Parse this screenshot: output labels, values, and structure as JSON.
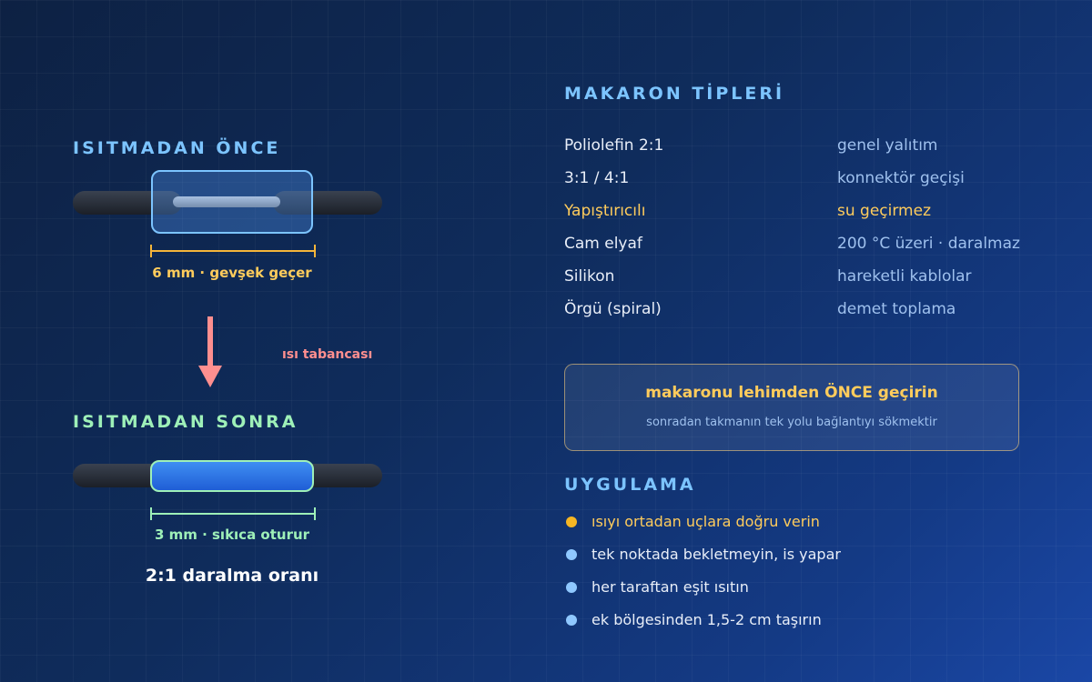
{
  "colors": {
    "before_heading": "#7cc4ff",
    "after_heading": "#9ef0b8",
    "dimension_before": "#f5b53a",
    "dimension_after": "#9ef0b8",
    "arrow": "#ff8f8f",
    "highlight": "#ffcc5c",
    "note_text": "#9fc1ee",
    "bullet_default": "#8fc8ff",
    "bullet_highlight": "#f6b623"
  },
  "diagram": {
    "before_title": "ISITMADAN ÖNCE",
    "before_caption": "6 mm · gevşek geçer",
    "heat_label": "ısı tabancası",
    "after_title": "ISITMADAN SONRA",
    "after_caption": "3 mm · sıkıca oturur",
    "ratio_label": "2:1 daralma oranı"
  },
  "types": {
    "title": "MAKARON TİPLERİ",
    "rows": [
      {
        "name": "Poliolefin 2:1",
        "use": "genel yalıtım",
        "highlight": false
      },
      {
        "name": "3:1 / 4:1",
        "use": "konnektör geçişi",
        "highlight": false
      },
      {
        "name": "Yapıştırıcılı",
        "use": "su geçirmez",
        "highlight": true
      },
      {
        "name": "Cam elyaf",
        "use": "200 °C üzeri · daralmaz",
        "highlight": false
      },
      {
        "name": "Silikon",
        "use": "hareketli kablolar",
        "highlight": false
      },
      {
        "name": "Örgü (spiral)",
        "use": "demet toplama",
        "highlight": false
      }
    ]
  },
  "callout": {
    "title": "makaronu lehimden ÖNCE geçirin",
    "subtitle": "sonradan takmanın tek yolu bağlantıyı sökmektir"
  },
  "application": {
    "title": "UYGULAMA",
    "items": [
      {
        "text": "ısıyı ortadan uçlara doğru verin",
        "highlight": true
      },
      {
        "text": "tek noktada bekletmeyin, is yapar",
        "highlight": false
      },
      {
        "text": "her taraftan eşit ısıtın",
        "highlight": false
      },
      {
        "text": "ek bölgesinden 1,5-2 cm taşırın",
        "highlight": false
      }
    ]
  }
}
